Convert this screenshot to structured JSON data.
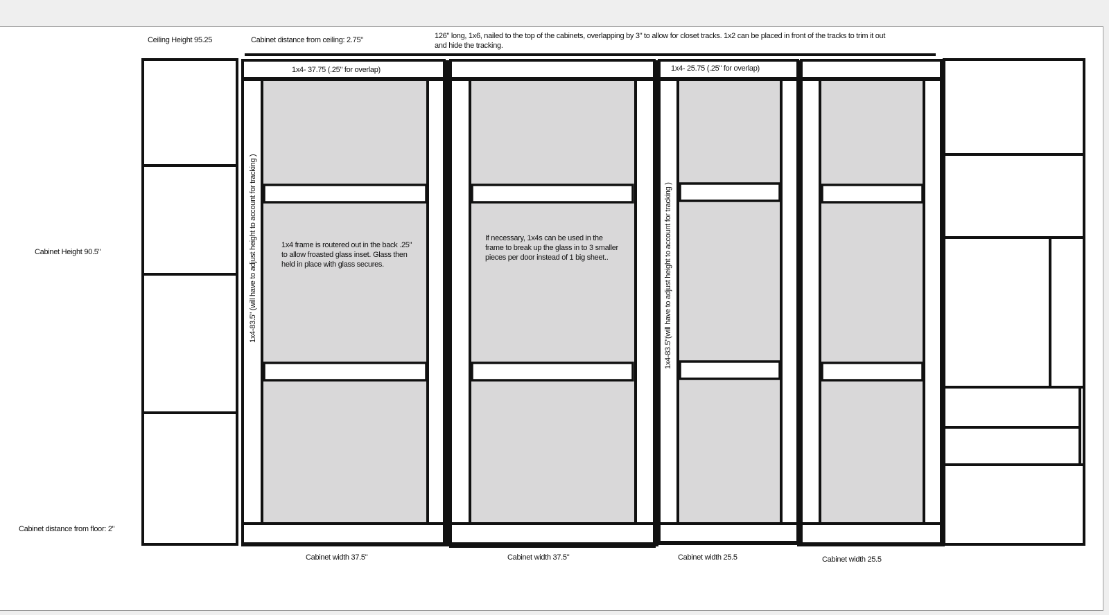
{
  "labels": {
    "ceiling_height": "Ceiling Height 95.25",
    "cabinet_from_ceiling": "Cabinet distance from ceiling: 2.75\"",
    "top_note": "126\" long, 1x6, nailed to the top of the cabinets, overlapping by 3\" to allow for closet tracks.  1x2 can be placed in front of the tracks to trim it out and hide the tracking.",
    "cabinet_height": "Cabinet Height 90.5\"",
    "cabinet_from_floor": "Cabinet distance from floor: 2\"",
    "top_rail_1": "1x4- 37.75 (.25\" for overlap)",
    "top_rail_3": "1x4- 25.75 (.25\" for overlap)",
    "stile_1": "1x4-83.5\" (will have to adjust height to account for tracking )",
    "stile_3": "1x4-83.5\"(will have to adjust height to account for tracking )",
    "note_glass_inset": "1x4 frame is routered out in the back .25\" to allow froasted glass inset.  Glass then held in place with glass secures.",
    "note_break_glass": "If necessary, 1x4s can be used in the frame to break up the glass in to  3 smaller pieces per door instead of 1 big sheet..",
    "width_1": "Cabinet width 37.5\"",
    "width_2": "Cabinet width 37.5\"",
    "width_3": "Cabinet width 25.5",
    "width_4": "Cabinet width 25.5"
  },
  "colors": {
    "line": "#111111",
    "glass": "#d9d8d9",
    "sheet": "#ffffff",
    "background": "#efefef"
  }
}
